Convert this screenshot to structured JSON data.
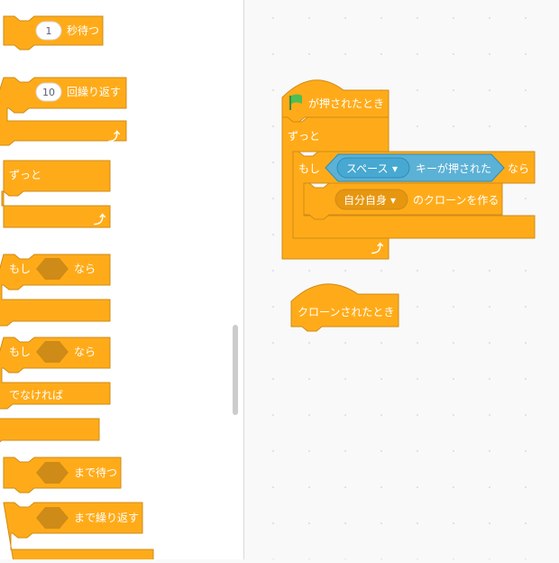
{
  "palette": {
    "wait_block": {
      "value": "1",
      "label": "秒待つ"
    },
    "repeat_block": {
      "value": "10",
      "label": "回繰り返す",
      "loop_icon": "loop-arrow-icon"
    },
    "forever_block": {
      "label": "ずっと",
      "loop_icon": "loop-arrow-icon"
    },
    "if_block": {
      "label_if": "もし",
      "label_then": "なら"
    },
    "if_else_block": {
      "label_if": "もし",
      "label_then": "なら",
      "label_else": "でなければ"
    },
    "wait_until_block": {
      "label": "まで待つ"
    },
    "repeat_until_block": {
      "label": "まで繰り返す"
    }
  },
  "script1": {
    "hat": {
      "flag_icon": "green-flag-icon",
      "label": "が押されたとき"
    },
    "forever": {
      "label": "ずっと"
    },
    "if": {
      "label_if": "もし",
      "label_then": "なら"
    },
    "key_sensor": {
      "key_value": "スペース",
      "label": "キーが押された"
    },
    "clone": {
      "target_value": "自分自身",
      "label": "のクローンを作る"
    }
  },
  "script2": {
    "hat": {
      "label": "クローンされたとき"
    }
  },
  "colors": {
    "control": "#ffab19",
    "control_border": "#cf8b17",
    "sensing": "#5cb1d6",
    "events": "#ffbf00",
    "flag": "#4cbf56",
    "workspace_bg": "#f9f9f9"
  },
  "glyphs": {
    "loop_arrow": "⤴",
    "dropdown": "▾"
  }
}
